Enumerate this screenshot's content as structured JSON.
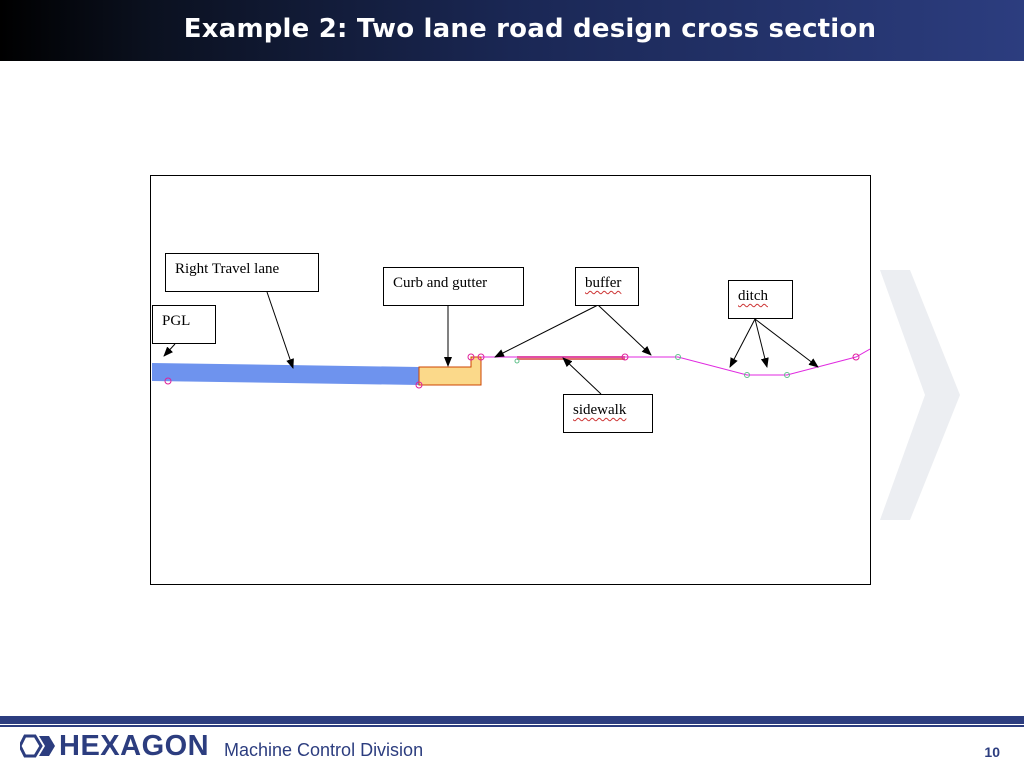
{
  "slide": {
    "title": "Example 2: Two lane road design cross section",
    "page_number": "10"
  },
  "diagram": {
    "labels": {
      "right_travel_lane": "Right Travel lane",
      "pgl": "PGL",
      "curb_and_gutter": "Curb and gutter",
      "buffer": "buffer",
      "ditch": "ditch",
      "sidewalk": "sidewalk"
    },
    "colors": {
      "travel_lane": "#6e93ee",
      "curb_gutter": "#fbd98a",
      "sidewalk": "#e0736e",
      "ground_line": "#e02ae0",
      "point_marker_magenta": "#e0209a",
      "point_marker_green": "#5fc08a"
    }
  },
  "footer": {
    "brand": "HEXAGON",
    "division": "Machine Control Division",
    "brand_color": "#2c3d7f",
    "logo_icon": "hexagon-chevron-logo-icon"
  }
}
